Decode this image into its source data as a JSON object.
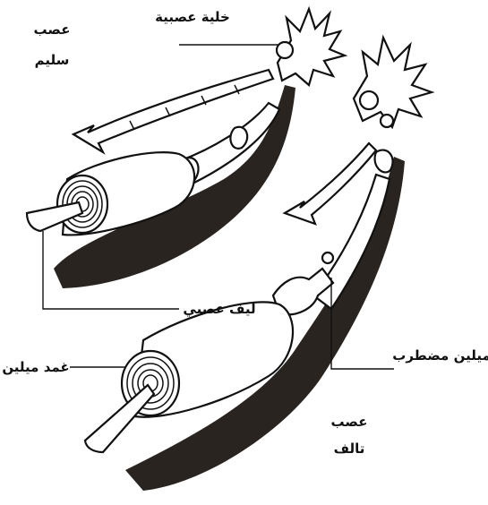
{
  "diagram": {
    "healthy_nerve": {
      "line1": "عصب",
      "line2": "سليم"
    },
    "damaged_nerve": {
      "line1": "عصب",
      "line2": "تالف"
    },
    "nerve_cell": "خلية عصبية",
    "nerve_fiber": "ليف عصبي",
    "myelin_sheath": "غمد ميلين",
    "disturbed_myelin": "ميلين مضطرب"
  }
}
